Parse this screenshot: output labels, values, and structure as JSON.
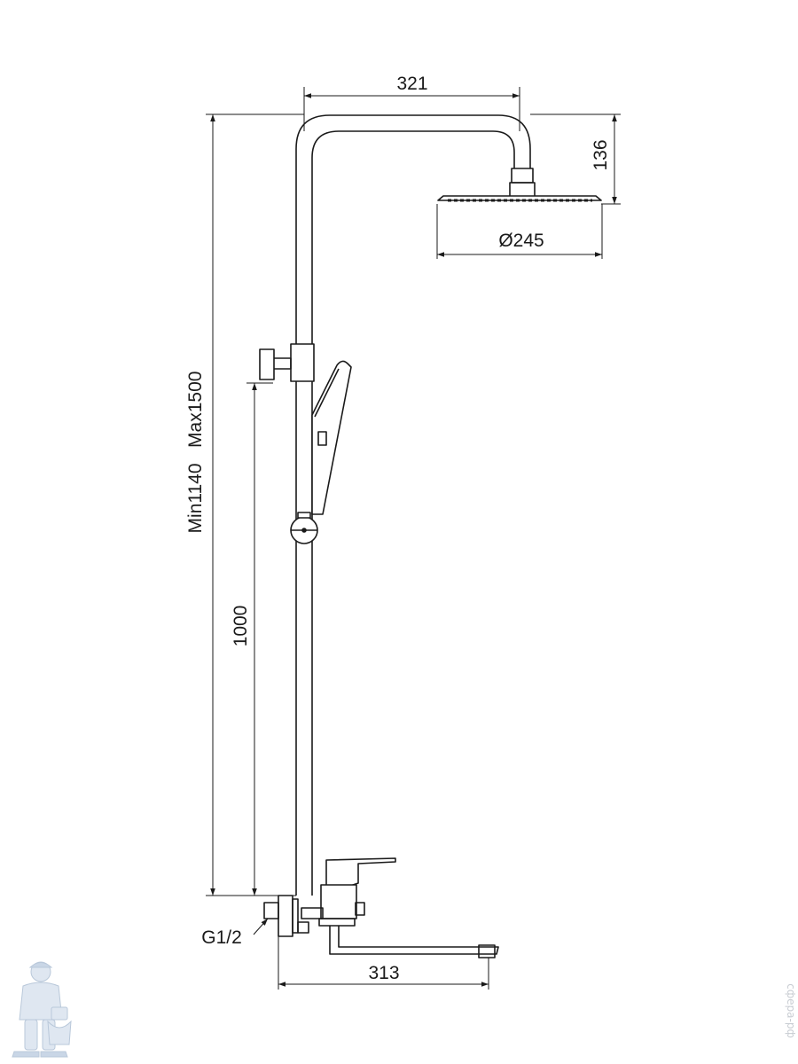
{
  "dimensions": {
    "top_arm_width": "321",
    "head_drop_height": "136",
    "head_diameter": "Ø245",
    "height_range": "Min1140   Max1500",
    "holder_height": "1000",
    "inlet_thread": "G1/2",
    "spout_length": "313"
  },
  "watermark": {
    "site_text": "сфера-рф"
  },
  "colors": {
    "line": "#1a1a1a",
    "watermark": "#c8ccd2"
  }
}
